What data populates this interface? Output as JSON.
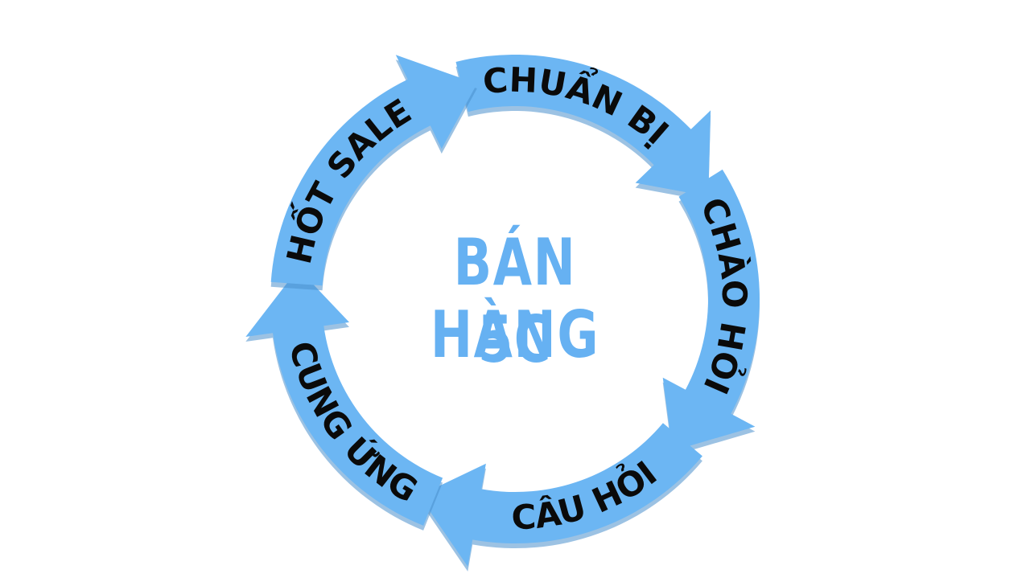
{
  "title": {
    "line1": "BÁN HÀNG",
    "line2": "5C"
  },
  "steps": [
    {
      "label": "CHUẨN BỊ"
    },
    {
      "label": "CHÀO HỎI"
    },
    {
      "label": "CÂU HỎI"
    },
    {
      "label": "CUNG ỨNG"
    },
    {
      "label": "CHỐT SALES"
    }
  ],
  "colors": {
    "arrow_fill": "#6cb6f3",
    "arrow_shadow": "#4a8fcc",
    "title": "#66b1f2",
    "label": "#0a0a0a",
    "background": "#ffffff"
  }
}
